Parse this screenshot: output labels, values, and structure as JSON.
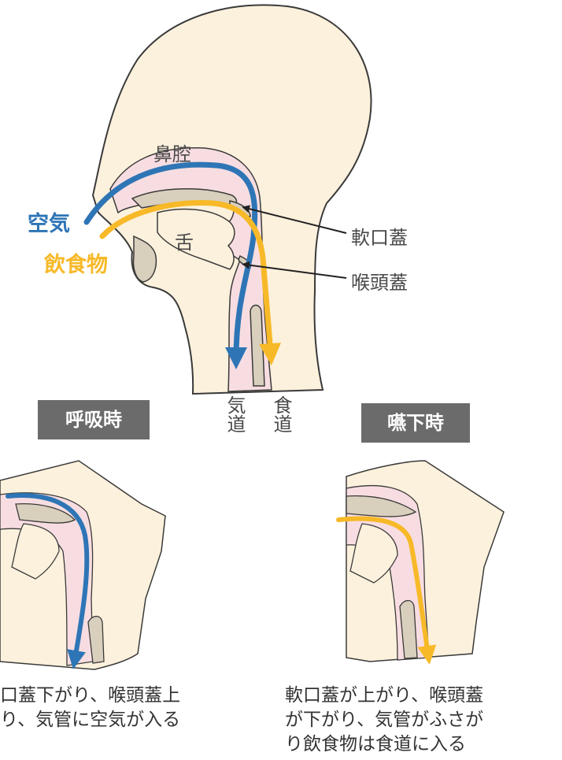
{
  "colors": {
    "air": "#2e75b6",
    "food": "#f7b928",
    "skin": "#fcf1dc",
    "mucosa": "#f7dde1",
    "outline": "#3a3a3a"
  },
  "labels": {
    "nasal_cavity": "鼻腔",
    "tongue": "舌",
    "soft_palate": "軟口蓋",
    "epiglottis": "喉頭蓋",
    "air": "空気",
    "food": "飲食物",
    "trachea": "気道",
    "esophagus": "食道"
  },
  "badges": {
    "breathing": "呼吸時",
    "swallowing": "嚥下時"
  },
  "captions": {
    "breathing_line1": "口蓋下がり、喉頭蓋上",
    "breathing_line2": "り、気管に空気が入る",
    "swallowing_line1": "軟口蓋が上がり、喉頭蓋",
    "swallowing_line2": "が下がり、気管がふさが",
    "swallowing_line3": "り飲食物は食道に入る"
  }
}
